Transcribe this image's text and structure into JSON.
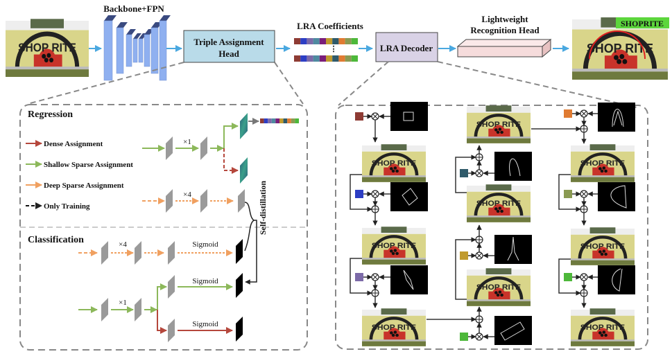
{
  "title": "LRA-based text spotting pipeline",
  "pipeline": {
    "backbone_label": "Backbone+FPN",
    "head_label_line1": "Triple Assignment",
    "head_label_line2": "Head",
    "coeff_label": "LRA Coefficients",
    "coeff_ellipsis": "⋮",
    "decoder_label": "LRA Decoder",
    "recog_label_line1": "Lightweight",
    "recog_label_line2": "Recognition Head",
    "output_text": "SHOPRITE",
    "sign_text": "SHOP RITE"
  },
  "coeff_colors": [
    "#8e3b34",
    "#2d3ec4",
    "#7c6aa8",
    "#4f8aa0",
    "#7a1e7a",
    "#c09a2e",
    "#2f5a6a",
    "#e07b32",
    "#8a9a52",
    "#4db83a"
  ],
  "colors": {
    "dense": "#b5473c",
    "shallow": "#8cb85a",
    "deep": "#f0a060",
    "training": "#111111",
    "head_fill": "#b9dbe9",
    "decoder_fill": "#d9d2e6",
    "recog_fill": "#f6dcdc",
    "backbone": "#8fb0f0",
    "arrow": "#4aa8e0",
    "output_tag": "#5cd63c"
  },
  "head_panel": {
    "regression_title": "Regression",
    "classification_title": "Classification",
    "legend": [
      {
        "label": "Dense Assignment",
        "color_key": "dense",
        "dashed": false
      },
      {
        "label": "Shallow Sparse Assignment",
        "color_key": "shallow",
        "dashed": false
      },
      {
        "label": "Deep Sparse Assignment",
        "color_key": "deep",
        "dashed": false
      },
      {
        "label": "Only Training",
        "color_key": "training",
        "dashed": true
      }
    ],
    "repeat_x1": "×1",
    "repeat_x4": "×4",
    "sigmoid": "Sigmoid",
    "self_distillation": "Self-distillation"
  },
  "decoder_panel": {
    "multiply_symbol": "⊗",
    "add_symbol": "⊕",
    "steps": [
      {
        "coeff_index": 0,
        "basis_shape": "square"
      },
      {
        "coeff_index": 1,
        "basis_shape": "rotated-square"
      },
      {
        "coeff_index": 2,
        "basis_shape": "thin-diamond"
      },
      {
        "coeff_index": 3,
        "basis_shape": "arch"
      },
      {
        "coeff_index": 4,
        "basis_shape": "wide-band"
      },
      {
        "coeff_index": 5,
        "basis_shape": "fork"
      },
      {
        "coeff_index": 6,
        "basis_shape": "bell"
      },
      {
        "coeff_index": 7,
        "basis_shape": "half-disk"
      },
      {
        "coeff_index": 8,
        "basis_shape": "crescent"
      },
      {
        "coeff_index": 9,
        "basis_shape": "lens"
      }
    ]
  }
}
